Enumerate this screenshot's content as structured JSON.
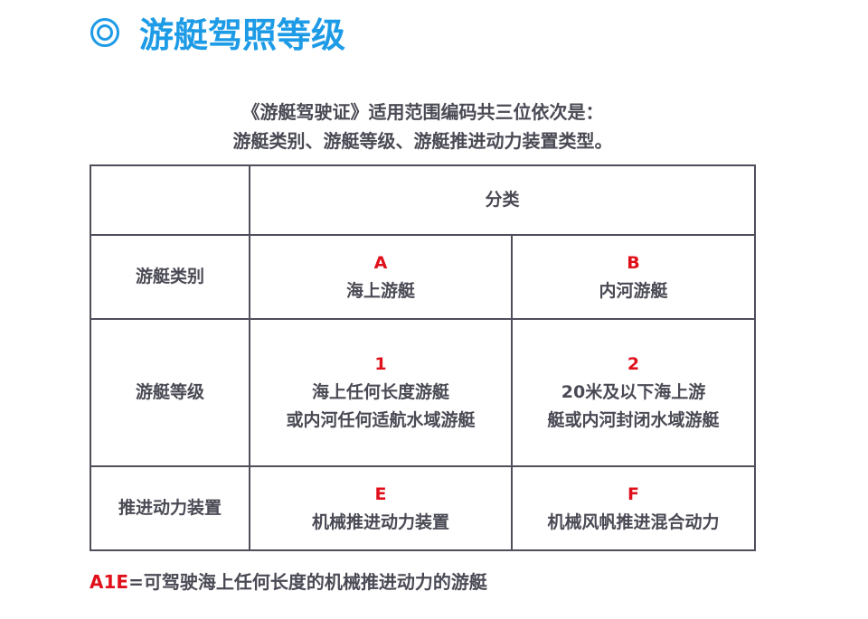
{
  "title": "游艇驾照等级",
  "intro": [
    "《游艇驾驶证》适用范围编码共三位依次是：",
    "游艇类别、游艇等级、游艇推进动力装置类型。"
  ],
  "table": {
    "header": "分类",
    "rows": [
      {
        "label": "游艇类别",
        "cells": [
          {
            "code": "A",
            "lines": [
              "海上游艇"
            ]
          },
          {
            "code": "B",
            "lines": [
              "内河游艇"
            ]
          }
        ]
      },
      {
        "label": "游艇等级",
        "cells": [
          {
            "code": "1",
            "lines": [
              "海上任何长度游艇",
              "或内河任何适航水域游艇"
            ]
          },
          {
            "code": "2",
            "lines": [
              "20米及以下海上游",
              "艇或内河封闭水域游艇"
            ]
          }
        ]
      },
      {
        "label": "推进动力装置",
        "cells": [
          {
            "code": "E",
            "lines": [
              "机械推进动力装置"
            ]
          },
          {
            "code": "F",
            "lines": [
              "机械风帆推进混合动力"
            ]
          }
        ]
      }
    ]
  },
  "footer": {
    "code": "A1E",
    "text": "=可驾驶海上任何长度的机械推进动力的游艇"
  },
  "colors": {
    "accent": "#1e9be6",
    "code": "#e0101b",
    "text": "#4a4a55"
  }
}
